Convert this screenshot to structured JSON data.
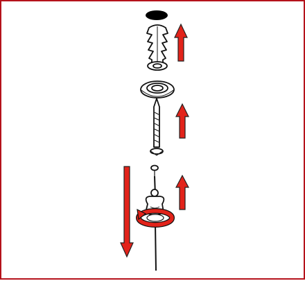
{
  "diagram": {
    "kind": "assembly-instruction",
    "parts": [
      "wall-hole",
      "wall-plug",
      "rosette",
      "screw",
      "pin-cap",
      "knob-with-cord"
    ],
    "colors": {
      "frame": "#b5121b",
      "arrow_fill": "#e2231a",
      "arrow_outline": "#222222",
      "line": "#111111",
      "background": "#ffffff"
    }
  }
}
